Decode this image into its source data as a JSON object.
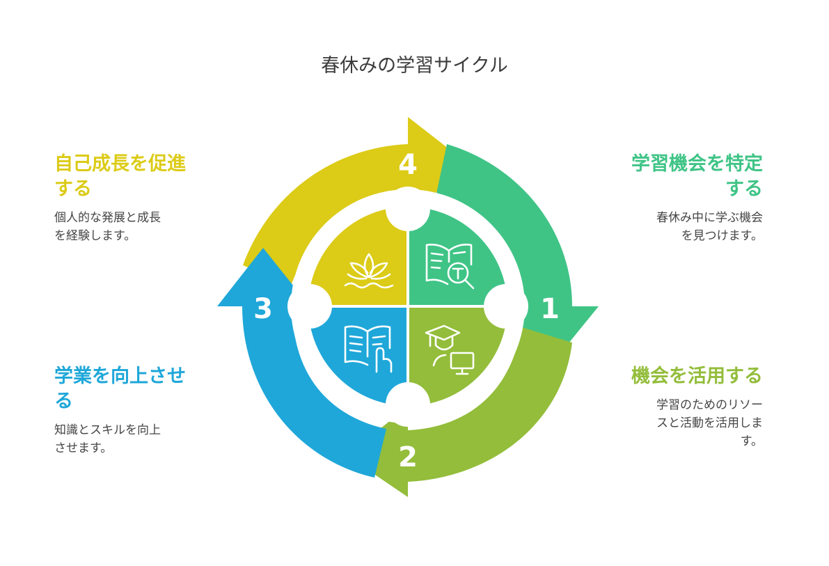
{
  "title": "春休みの学習サイクル",
  "colors": {
    "green": "#3fc486",
    "lime": "#93bd3a",
    "blue": "#1fa7d9",
    "yellow": "#dccb17"
  },
  "steps": [
    {
      "number": "1",
      "heading": "学習機会を特定する",
      "heading_lines": [
        "学習機会を特定",
        "する"
      ],
      "desc_lines": [
        "春休み中に学ぶ機会",
        "を見つけます。"
      ],
      "icon": "book-search-icon"
    },
    {
      "number": "2",
      "heading": "機会を活用する",
      "heading_lines": [
        "機会を活用する"
      ],
      "desc_lines": [
        "学習のためのリソー",
        "スと活動を活用しま",
        "す。"
      ],
      "icon": "graduate-computer-icon"
    },
    {
      "number": "3",
      "heading": "学業を向上させる",
      "heading_lines": [
        "学業を向上させ",
        "る"
      ],
      "desc_lines": [
        "知識とスキルを向上",
        "させます。"
      ],
      "icon": "book-touch-icon"
    },
    {
      "number": "4",
      "heading": "自己成長を促進する",
      "heading_lines": [
        "自己成長を促進",
        "する"
      ],
      "desc_lines": [
        "個人的な発展と成長",
        "を経験します。"
      ],
      "icon": "lotus-icon"
    }
  ]
}
